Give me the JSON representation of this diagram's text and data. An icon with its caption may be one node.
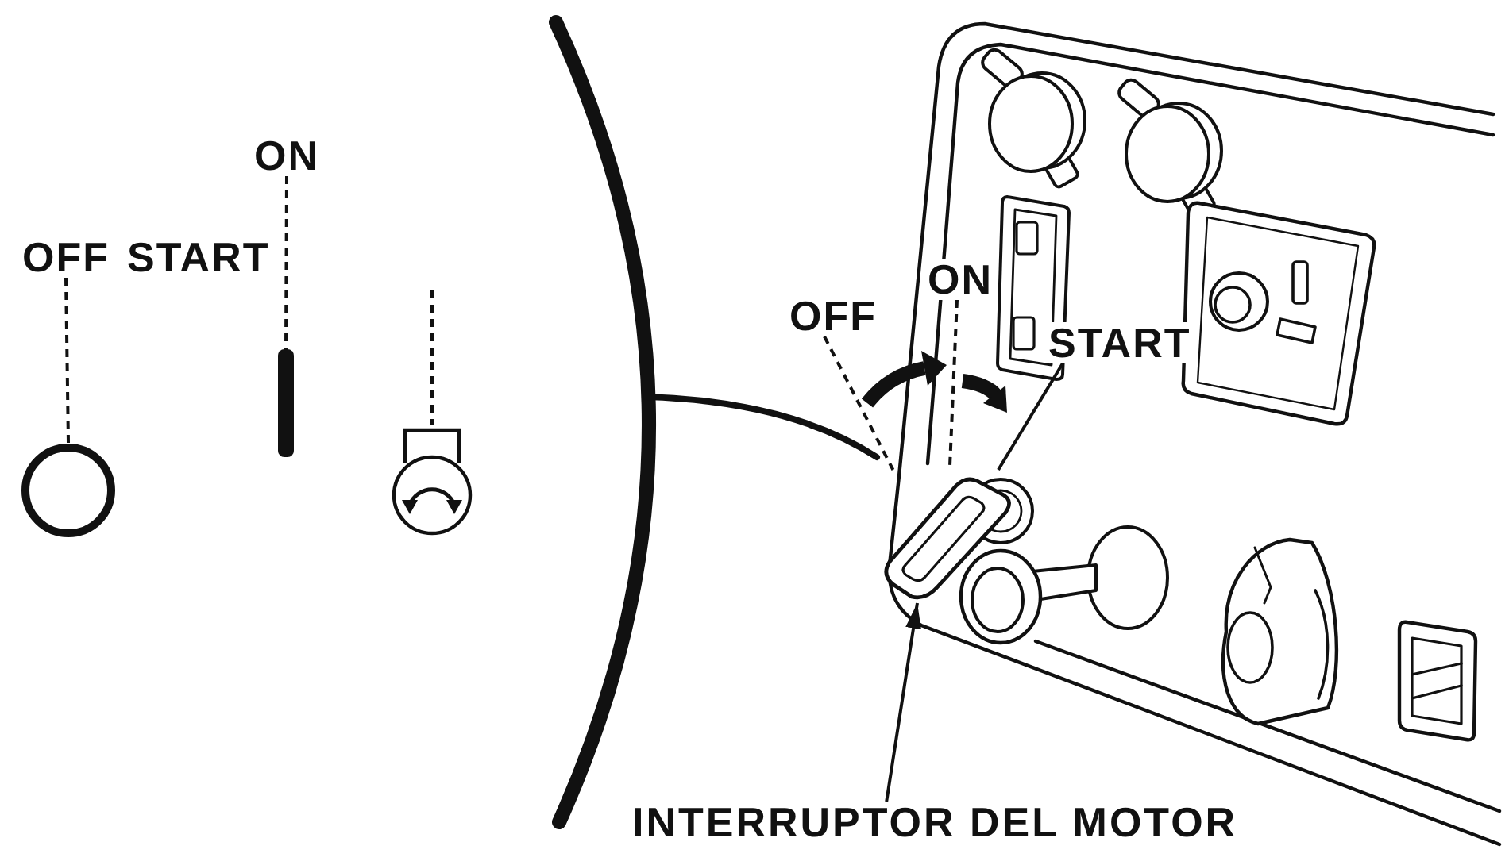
{
  "diagram": {
    "nodes": [
      {
        "text": [
          "ON"
        ]
      },
      {
        "text": [
          "OFF"
        ]
      },
      {
        "text": [
          "START"
        ]
      },
      {
        "text": [],
        "shape": "circle"
      },
      {
        "text": [],
        "shape": "bar"
      },
      {
        "text": [],
        "shape": "picture"
      },
      {
        "text": [
          "OFF"
        ]
      },
      {
        "text": [
          "ON"
        ]
      },
      {
        "text": [
          "START"
        ]
      },
      {
        "text": [],
        "shape": "picture"
      },
      {
        "text": [
          "INTERRUPTOR DEL MOTOR"
        ]
      }
    ],
    "edges": [
      {
        "from": 1,
        "to": 3,
        "arrow": "none",
        "style": "dashed"
      },
      {
        "from": 0,
        "to": 4,
        "arrow": "none",
        "style": "dashed"
      },
      {
        "from": null,
        "to": 5,
        "arrow": "none",
        "style": "dashed"
      },
      {
        "from": 6,
        "to": 9,
        "arrow": "none",
        "style": "dashed"
      },
      {
        "from": 7,
        "to": 9,
        "arrow": "none",
        "style": "dashed"
      },
      {
        "from": 8,
        "to": 9,
        "arrow": "none"
      },
      {
        "from": 10,
        "to": 9,
        "arrow": "to"
      }
    ]
  }
}
